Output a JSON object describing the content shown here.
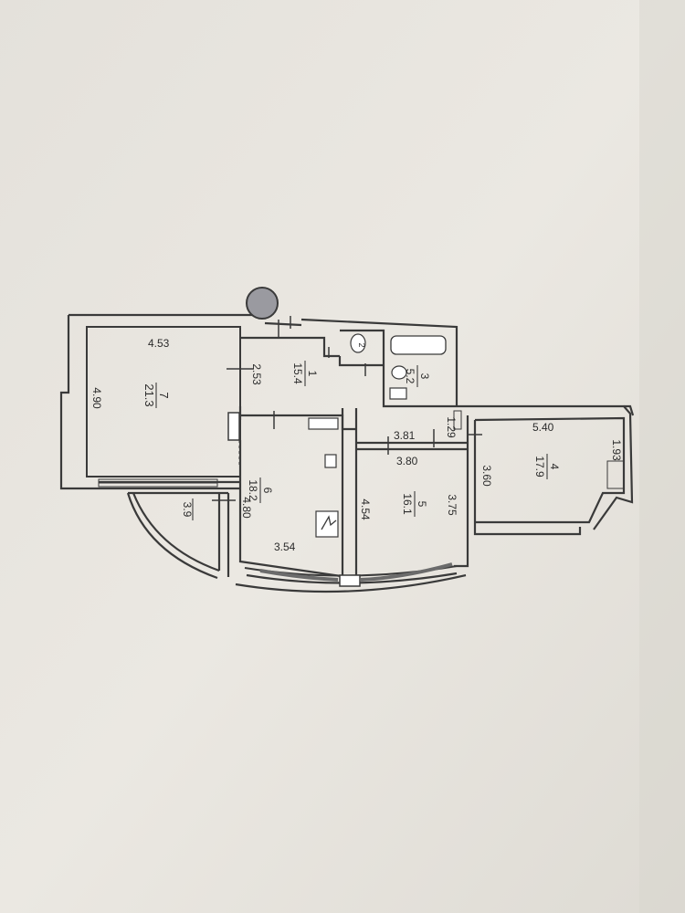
{
  "plan": {
    "rooms": [
      {
        "number": "7",
        "area": "21.3"
      },
      {
        "number": "1",
        "area": "15.4"
      },
      {
        "number": "2",
        "area": ""
      },
      {
        "number": "3",
        "area": "5.2"
      },
      {
        "number": "6",
        "area": "18.2"
      },
      {
        "number": "5",
        "area": "16.1"
      },
      {
        "number": "4",
        "area": "17.9"
      },
      {
        "number": "",
        "area": "3.9"
      }
    ],
    "dimensions": [
      "4.53",
      "4.90",
      "2.53",
      "3.81",
      "1.29",
      "3.80",
      "5.40",
      "1.93",
      "3.60",
      "3.75",
      "4.54",
      "4.80",
      "3.54"
    ]
  },
  "colors": {
    "paper": "#e9e6e0",
    "wall": "#3a3a3a",
    "background": "#d9d6cf"
  }
}
